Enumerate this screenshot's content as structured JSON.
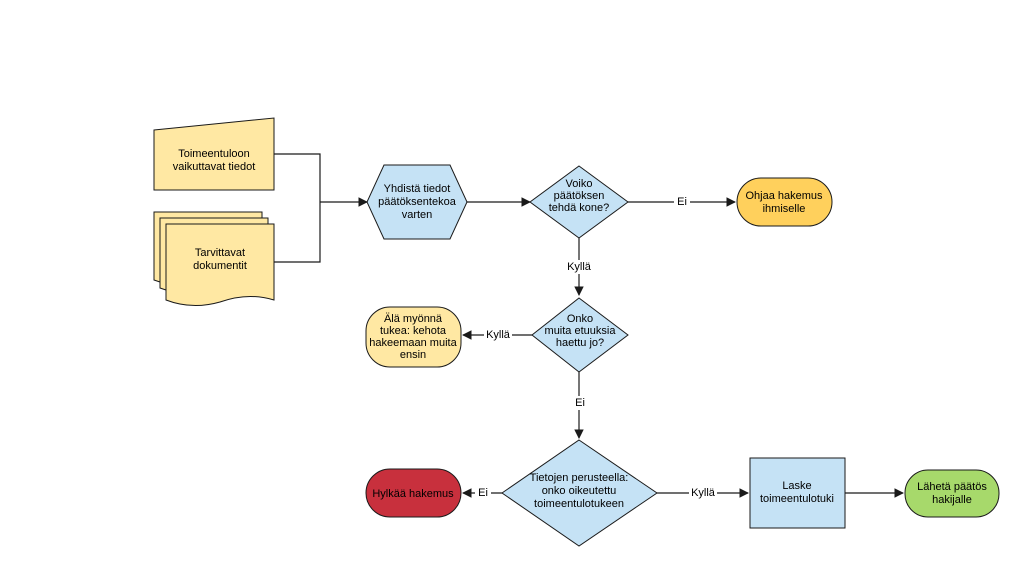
{
  "colors": {
    "yellow_light": "#ffe8a3",
    "yellow_dark": "#ffd05c",
    "blue": "#c5e2f5",
    "red": "#c8303d",
    "green": "#a7d96b",
    "stroke": "#1a1a1a"
  },
  "nodes": {
    "input_data": {
      "lines": [
        "Toimeentuloon",
        "vaikuttavat tiedot"
      ]
    },
    "input_docs": {
      "lines": [
        "Tarvittavat",
        "dokumentit"
      ]
    },
    "combine": {
      "lines": [
        "Yhdistä tiedot",
        "päätöksentekoa",
        "varten"
      ]
    },
    "decision_machine": {
      "lines": [
        "Voiko",
        "päätöksen",
        "tehdä kone?"
      ]
    },
    "to_human": {
      "lines": [
        "Ohjaa hakemus",
        "ihmiselle"
      ]
    },
    "decision_other": {
      "lines": [
        "Onko",
        "muita etuuksia",
        "haettu jo?"
      ]
    },
    "deny_other": {
      "lines": [
        "Älä myönnä",
        "tukea: kehota",
        "hakeemaan muita",
        "ensin"
      ]
    },
    "decision_eligible": {
      "lines": [
        "Tietojen perusteella:",
        "onko oikeutettu",
        "toimeentulotukeen"
      ]
    },
    "reject": {
      "lines": [
        "Hylkää hakemus"
      ]
    },
    "calculate": {
      "lines": [
        "Laske",
        "toimeentulotuki"
      ]
    },
    "send": {
      "lines": [
        "Lähetä päätös",
        "hakijalle"
      ]
    }
  },
  "edges": {
    "machine_no": "Ei",
    "machine_yes": "Kyllä",
    "other_yes": "Kyllä",
    "other_no": "Ei",
    "eligible_no": "Ei",
    "eligible_yes": "Kyllä"
  }
}
